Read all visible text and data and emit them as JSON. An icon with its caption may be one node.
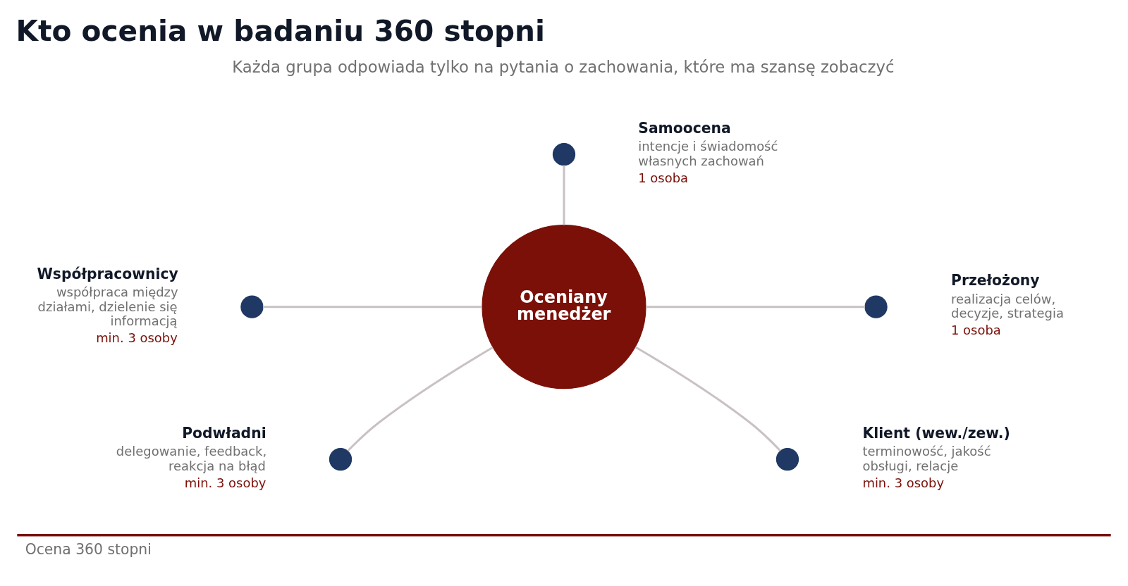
{
  "diagram": {
    "title": "Kto ocenia w badaniu 360 stopni",
    "nodes": [
      {
        "text": [],
        "shape": "circle",
        "beside": [
          "Samoocena",
          "intencje i świadomość własnych zachowań",
          "1 osoba"
        ]
      },
      {
        "text": [],
        "shape": "circle",
        "beside": [
          "Współpracownicy",
          "współpraca między działami, dzielenie się informacją",
          "min. 3 osoby"
        ]
      },
      {
        "text": [],
        "shape": "circle",
        "beside": [
          "Przełożony",
          "realizacja celów, decyzje, strategia",
          "1 osoba"
        ]
      },
      {
        "text": [
          "Oceniany menedżer"
        ]
      },
      {
        "text": [],
        "shape": "circle",
        "beside": [
          "Podwładni",
          "delegowanie, feedback, reakcja na błąd",
          "min. 3 osoby"
        ]
      },
      {
        "text": [],
        "shape": "circle",
        "beside": [
          "Klient (wew./zew.)",
          "terminowość, jakość obsługi, relacje",
          "min. 3 osoby"
        ]
      }
    ],
    "edges": [
      {
        "from": 0,
        "to": 3,
        "arrow": "none"
      },
      {
        "from": 1,
        "to": 3,
        "arrow": "none"
      },
      {
        "from": 3,
        "to": 2,
        "arrow": "none"
      },
      {
        "from": 3,
        "to": 4,
        "arrow": "none"
      },
      {
        "from": 3,
        "to": 5,
        "arrow": "none"
      }
    ],
    "labels": [
      "Każda grupa odpowiada tylko na pytania o zachowania, które ma szansę zobaczyć",
      "Ocena 360 stopni"
    ]
  }
}
